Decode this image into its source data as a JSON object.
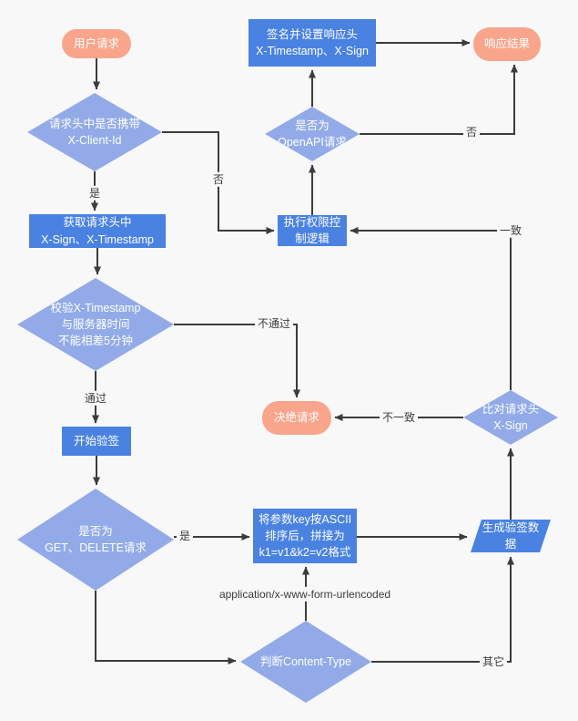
{
  "diagram": {
    "background_color": "#f8f8f8",
    "colors": {
      "terminal_fill": "#f9a58c",
      "process_fill": "#4a82e2",
      "decision_fill": "#92abe8",
      "line": "#3c3c3c",
      "node_text": "#ffffff",
      "edge_label_text": "#3c3c3c"
    },
    "nodes": {
      "user_request": {
        "shape": "terminal",
        "label": "用户请求"
      },
      "check_client_id": {
        "shape": "decision",
        "label": "请求头中是否携带\nX-Client-Id"
      },
      "get_headers": {
        "shape": "process",
        "label": "获取请求头中\nX-Sign、X-Timestamp"
      },
      "check_timestamp": {
        "shape": "decision",
        "label": "校验X-Timestamp\n与服务器时间\n不能相差5分钟"
      },
      "start_verify": {
        "shape": "process",
        "label": "开始验签"
      },
      "check_method": {
        "shape": "decision",
        "label": "是否为\nGET、DELETE请求"
      },
      "sort_params": {
        "shape": "process",
        "label": "将参数key按ASCII\n排序后，拼接为\nk1=v1&k2=v2格式"
      },
      "check_content_type": {
        "shape": "decision",
        "label": "判断Content-Type"
      },
      "generate_data": {
        "shape": "io",
        "label": "生成验签数\n据"
      },
      "compare_sign": {
        "shape": "decision",
        "label": "比对请求头\nX-Sign"
      },
      "reject_request": {
        "shape": "terminal",
        "label": "决绝请求"
      },
      "exec_acl": {
        "shape": "process",
        "label": "执行权限控\n制逻辑"
      },
      "check_openapi": {
        "shape": "decision",
        "label": "是否为\nOpenAPI请求"
      },
      "sign_response": {
        "shape": "process",
        "label": "签名并设置响应头\nX-Timestamp、X-Sign"
      },
      "response_result": {
        "shape": "terminal",
        "label": "响应结果"
      }
    },
    "edge_labels": {
      "yes_client_id": "是",
      "no_client_id": "否",
      "pass": "通过",
      "fail": "不通过",
      "yes_method": "是",
      "form_urlencoded": "application/x-www-form-urlencoded",
      "other": "其它",
      "mismatch": "不一致",
      "match": "一致",
      "no_openapi": "否"
    }
  }
}
